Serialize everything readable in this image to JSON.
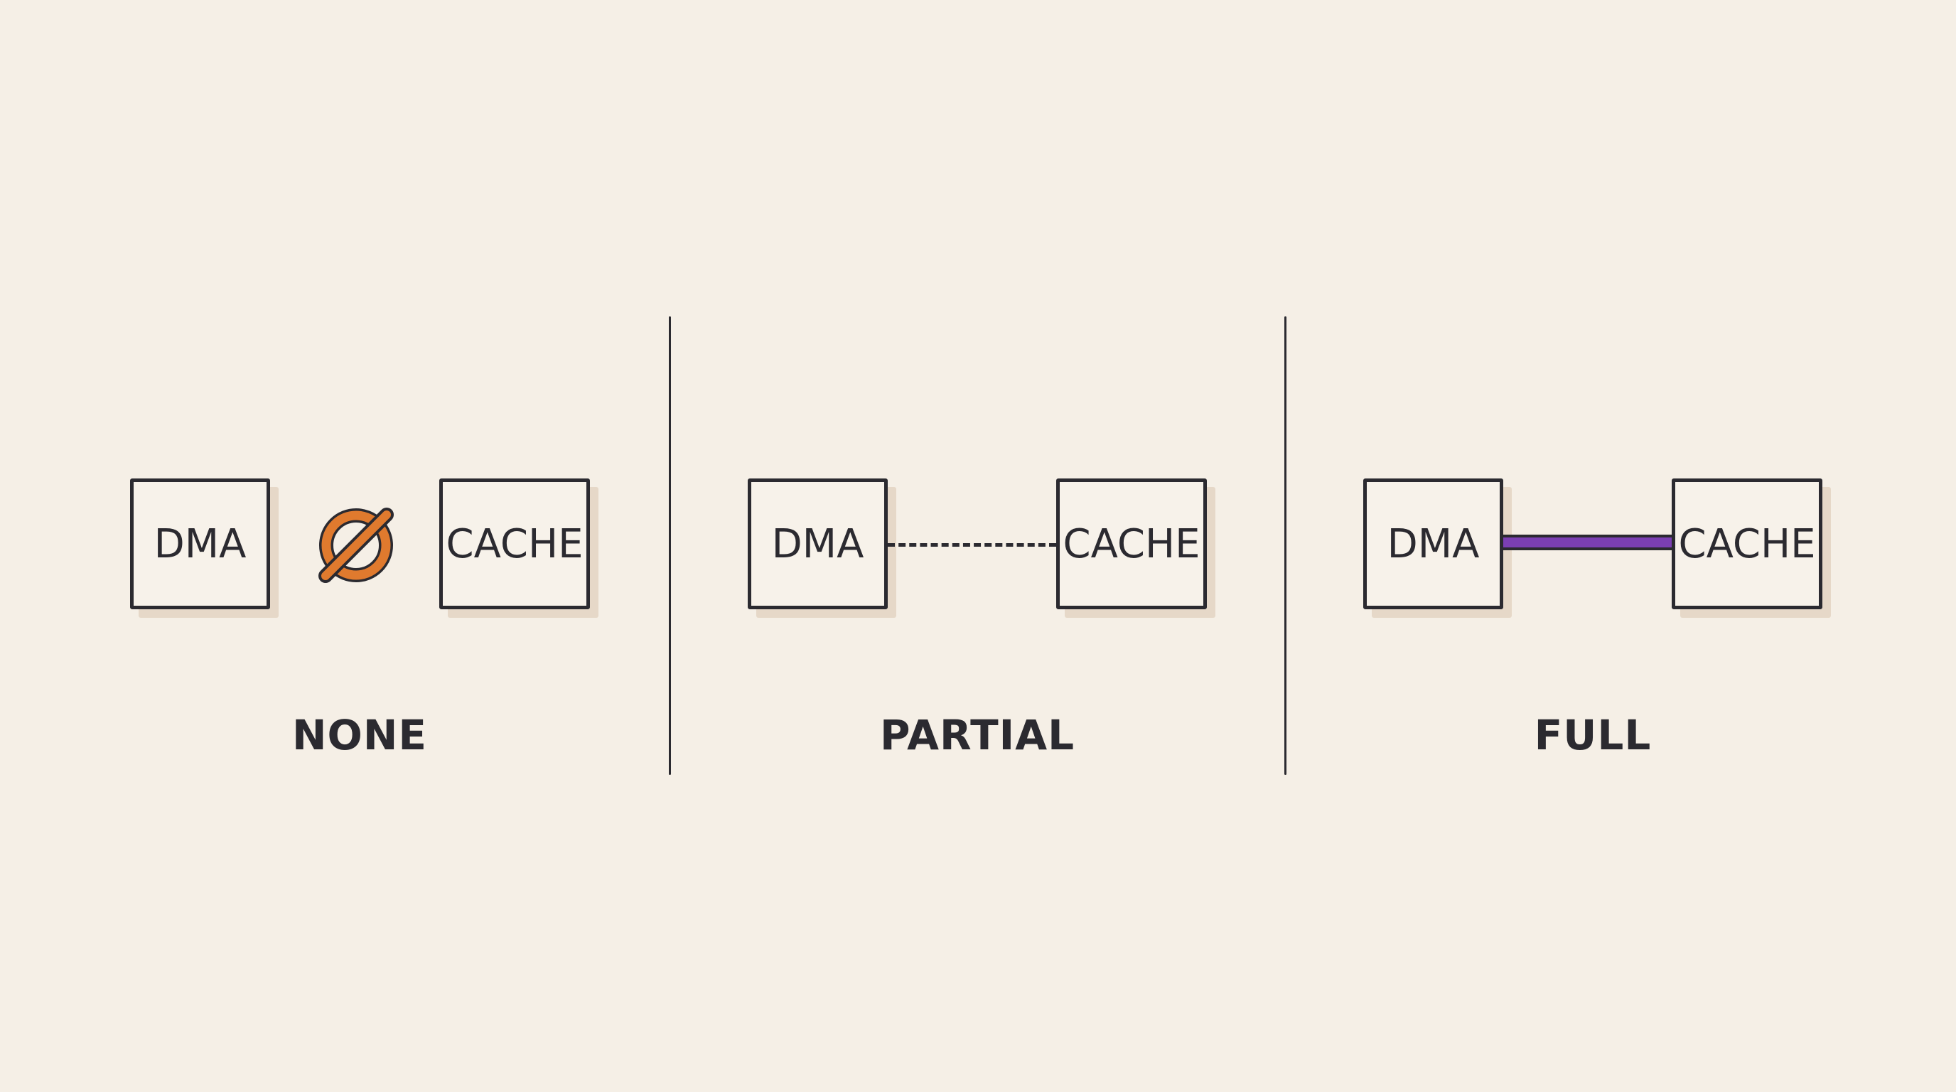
{
  "colors": {
    "background": "#f5efe6",
    "ink": "#2b2a30",
    "box_fill": "#f7f2ea",
    "box_shadow": "#e6d8c8",
    "null_symbol": "#e07a2e",
    "full_link": "#7b3fb3"
  },
  "panels": [
    {
      "left_box": "DMA",
      "right_box": "CACHE",
      "connection": "none",
      "connection_icon": "empty-set-icon",
      "label": "NONE"
    },
    {
      "left_box": "DMA",
      "right_box": "CACHE",
      "connection": "dashed-line",
      "label": "PARTIAL"
    },
    {
      "left_box": "DMA",
      "right_box": "CACHE",
      "connection": "solid-thick-line",
      "label": "FULL"
    }
  ]
}
